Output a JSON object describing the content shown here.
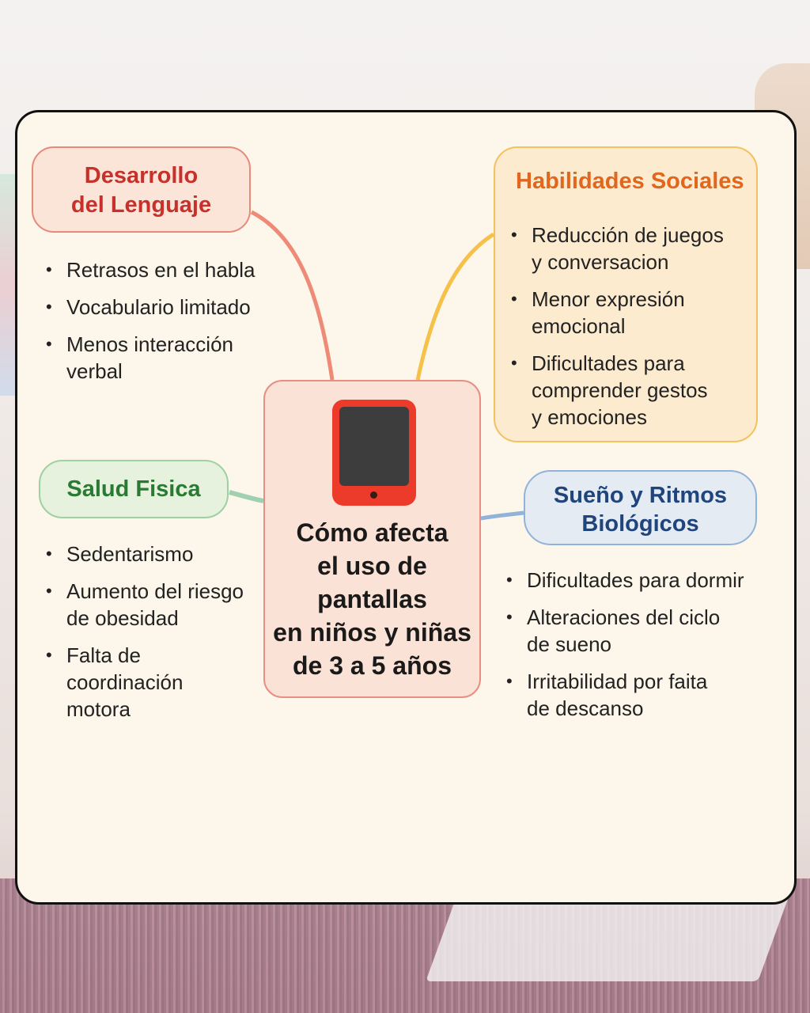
{
  "center": {
    "title": "Cómo afecta\nel uso de\npantallas\nen niños y niñas\nde 3 a 5 años",
    "icon": "tablet-icon"
  },
  "branches": {
    "language": {
      "title": "Desarrollo\ndel Lenguaje",
      "color": "#c8312b",
      "items": [
        "Retrasos en el habla",
        "Vocabulario limitado",
        "Menos interacción\nverbal"
      ]
    },
    "social": {
      "title": "Habilidades Sociales",
      "color": "#e0671d",
      "items": [
        "Reducción de juegos\ny conversacion",
        "Menor expresión\nemocional",
        "Dificultades para\ncomprender gestos\ny emociones"
      ]
    },
    "health": {
      "title": "Salud Fisica",
      "color": "#2a7a33",
      "items": [
        "Sedentarismo",
        "Aumento del riesgo\nde obesidad",
        "Falta de\ncoordinación\nmotora"
      ]
    },
    "sleep": {
      "title": "Sueño y Ritmos\nBiológicos",
      "color": "#20447c",
      "items": [
        "Dificultades para dormir",
        "Alteraciones del ciclo\nde sueno",
        "Irritabilidad por faita\nde descanso"
      ]
    }
  }
}
